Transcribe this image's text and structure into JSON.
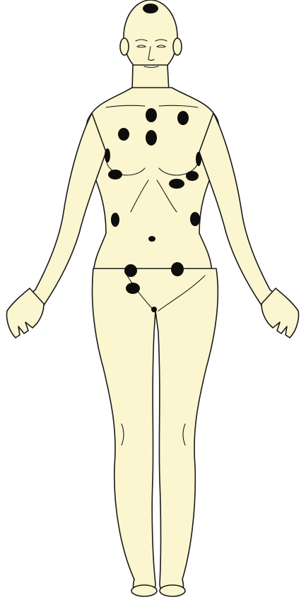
{
  "figure": {
    "colors": {
      "background": "#ffffff",
      "skin": "#fbf6cf",
      "outline": "#1a1a1a",
      "marker": "#0d0d0d"
    },
    "marker_shape": "filled-oval",
    "marker_count": 17,
    "markers": [
      {
        "region": "crown-of-head"
      },
      {
        "region": "lower-neck-front"
      },
      {
        "region": "upper-left-chest"
      },
      {
        "region": "upper-right-chest"
      },
      {
        "region": "sternum"
      },
      {
        "region": "under-right-breast"
      },
      {
        "region": "under-left-breast-inner"
      },
      {
        "region": "under-left-breast-outer"
      },
      {
        "region": "right-waist"
      },
      {
        "region": "left-waist"
      },
      {
        "region": "navel"
      },
      {
        "region": "right-lower-abdomen"
      },
      {
        "region": "left-lower-abdomen"
      },
      {
        "region": "right-groin"
      },
      {
        "region": "pubis"
      },
      {
        "region": "right-side-chest"
      },
      {
        "region": "left-side-chest"
      }
    ]
  }
}
